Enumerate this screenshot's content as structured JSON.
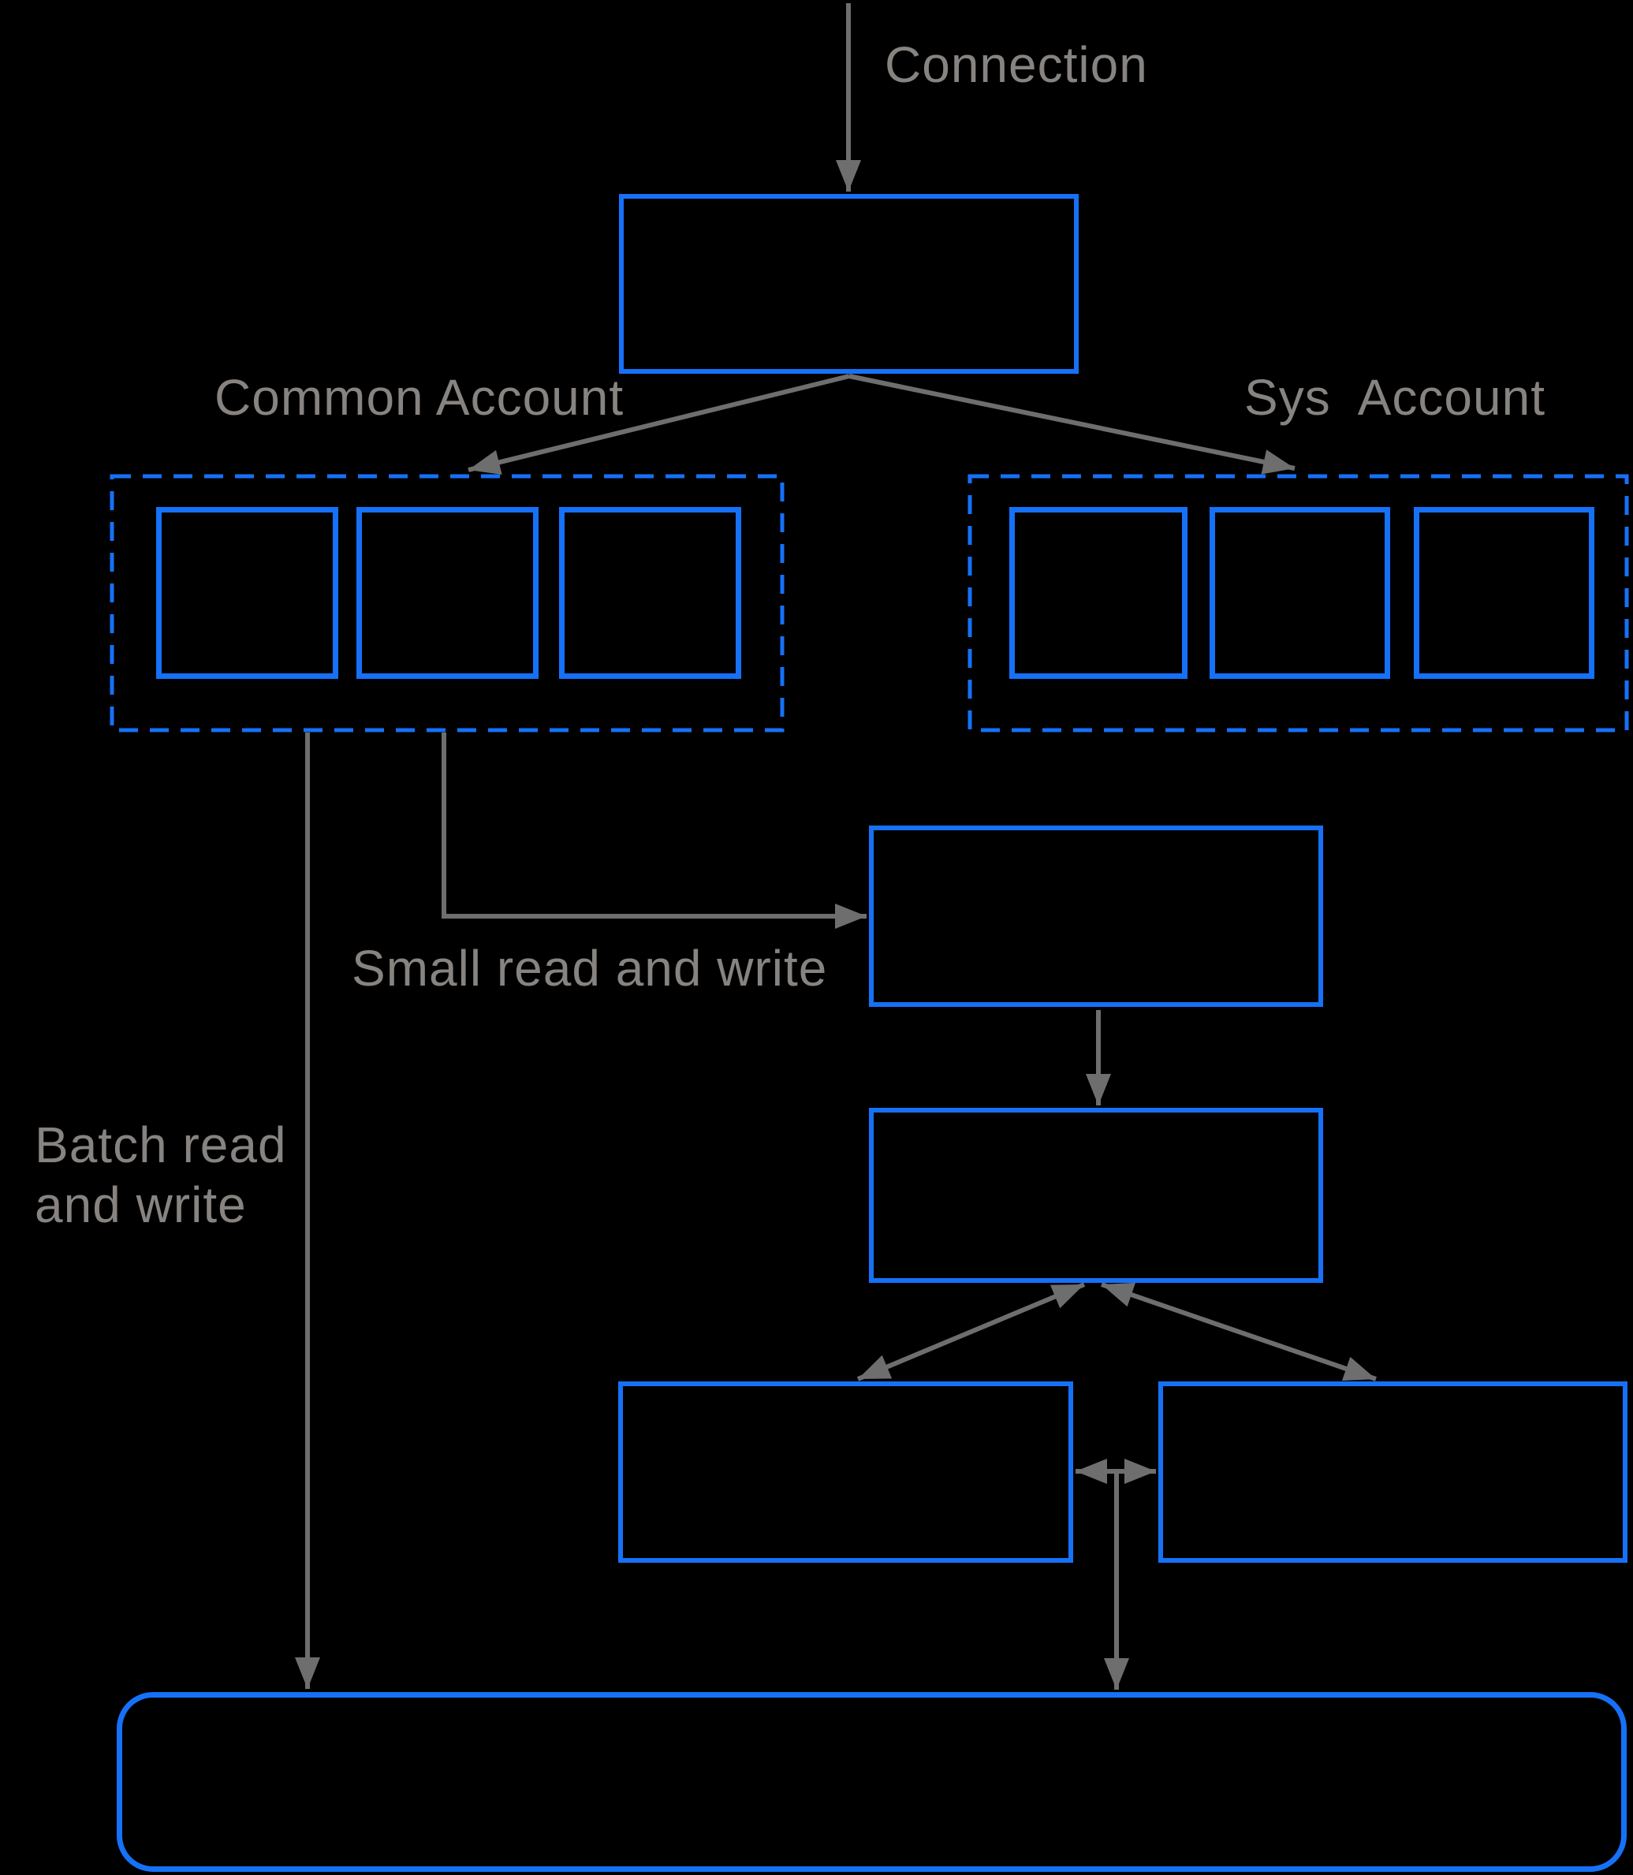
{
  "labels": {
    "connection": "Connection",
    "common_account": "Common Account",
    "sys_account": "Sys  Account",
    "small_read_write": "Small read and write",
    "batch_read_write": "Batch read\nand write"
  },
  "colors": {
    "background": "#000000",
    "accent_blue": "#1671F7",
    "line_gray": "#6E6E6E",
    "text_gray": "#868380"
  },
  "diagram": {
    "common_account_slot_count": 3,
    "sys_account_slot_count": 3,
    "boxes_have_text": false
  }
}
